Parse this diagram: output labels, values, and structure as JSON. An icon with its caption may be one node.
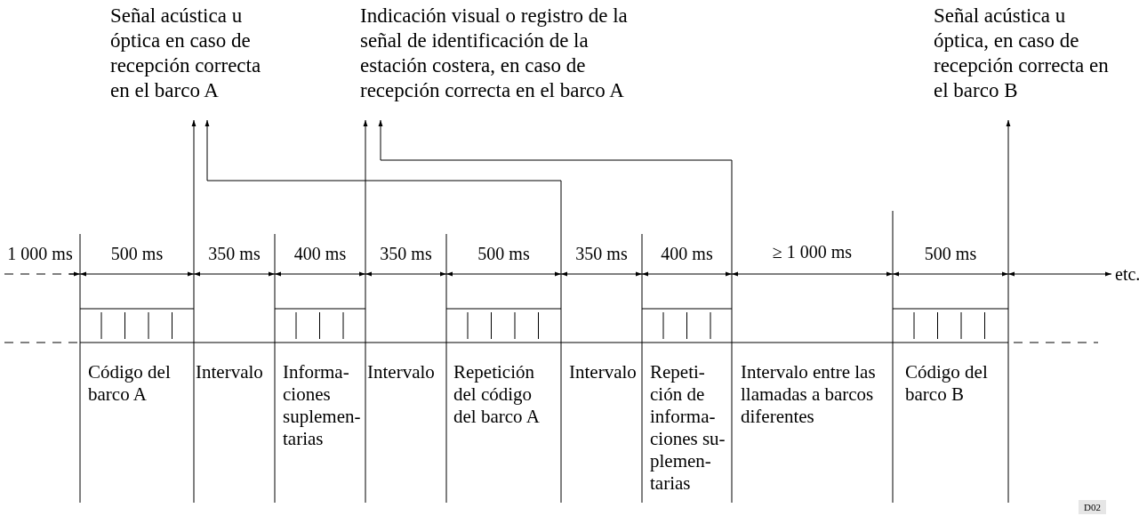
{
  "diagram": {
    "nodes": [
      {
        "text": [
          "Señal acústica u óptica en caso de recepción correcta en el barco A"
        ]
      },
      {
        "text": [
          "Indicación visual o registro de la señal de identificación de la estación costera, en caso de recepción correcta en el barco A"
        ]
      },
      {
        "text": [
          "Señal acústica u óptica, en caso de recepción correcta en el barco B"
        ]
      }
    ],
    "edges": [
      {
        "from": null,
        "to": 0,
        "arrow": "to"
      },
      {
        "from": null,
        "to": 0,
        "arrow": "to"
      },
      {
        "from": null,
        "to": 1,
        "arrow": "to"
      },
      {
        "from": null,
        "to": 1,
        "arrow": "to"
      },
      {
        "from": null,
        "to": 2,
        "arrow": "to"
      }
    ],
    "labels": [
      "1 000 ms",
      "500 ms",
      "350 ms",
      "400 ms",
      "350 ms",
      "500 ms",
      "350 ms",
      "400 ms",
      "≥ 1 000 ms",
      "500 ms",
      "etc.",
      "Código del barco A",
      "Intervalo",
      "Informa- ciones suplemen- tarias",
      "Intervalo",
      "Repetición del código del barco A",
      "Intervalo",
      "Repeti- ción de informa- ciones su- plemen- tarias",
      "Intervalo entre las llamadas a barcos diferentes",
      "Código del barco B",
      "D02"
    ]
  }
}
